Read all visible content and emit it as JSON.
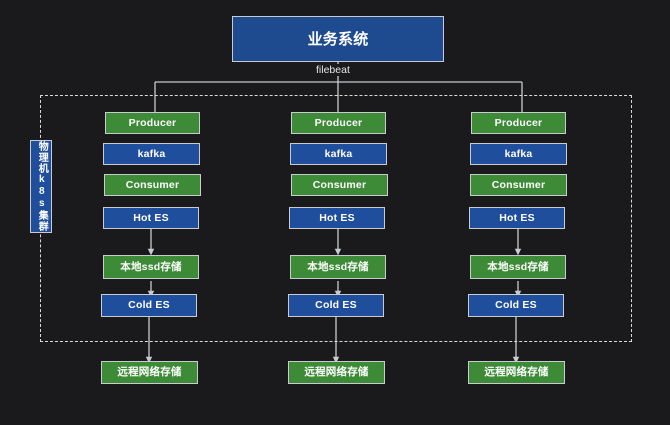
{
  "diagram": {
    "title_node": {
      "label": "业务系统"
    },
    "edge_labels": [
      {
        "name": "filebeat",
        "label": "filebeat"
      }
    ],
    "zone": {
      "label": "物理机k8s集群",
      "style": "dashed-boundary"
    },
    "columns": [
      {
        "id": "col-1",
        "nodes": [
          {
            "key": "producer",
            "label": "Producer",
            "color": "green"
          },
          {
            "key": "kafka",
            "label": "kafka",
            "color": "blue"
          },
          {
            "key": "consumer",
            "label": "Consumer",
            "color": "green"
          },
          {
            "key": "hot-es",
            "label": "Hot ES",
            "color": "blue"
          },
          {
            "key": "local-ssd",
            "label": "本地ssd存储",
            "color": "green"
          },
          {
            "key": "cold-es",
            "label": "Cold ES",
            "color": "blue"
          },
          {
            "key": "remote-storage",
            "label": "远程网络存储",
            "color": "green"
          }
        ]
      },
      {
        "id": "col-2",
        "nodes": [
          {
            "key": "producer",
            "label": "Producer",
            "color": "green"
          },
          {
            "key": "kafka",
            "label": "kafka",
            "color": "blue"
          },
          {
            "key": "consumer",
            "label": "Consumer",
            "color": "green"
          },
          {
            "key": "hot-es",
            "label": "Hot ES",
            "color": "blue"
          },
          {
            "key": "local-ssd",
            "label": "本地ssd存储",
            "color": "green"
          },
          {
            "key": "cold-es",
            "label": "Cold ES",
            "color": "blue"
          },
          {
            "key": "remote-storage",
            "label": "远程网络存储",
            "color": "green"
          }
        ]
      },
      {
        "id": "col-3",
        "nodes": [
          {
            "key": "producer",
            "label": "Producer",
            "color": "green"
          },
          {
            "key": "kafka",
            "label": "kafka",
            "color": "blue"
          },
          {
            "key": "consumer",
            "label": "Consumer",
            "color": "green"
          },
          {
            "key": "hot-es",
            "label": "Hot ES",
            "color": "blue"
          },
          {
            "key": "local-ssd",
            "label": "本地ssd存储",
            "color": "green"
          },
          {
            "key": "cold-es",
            "label": "Cold ES",
            "color": "blue"
          },
          {
            "key": "remote-storage",
            "label": "远程网络存储",
            "color": "green"
          }
        ]
      }
    ],
    "colors": {
      "background": "#1a1a1c",
      "green": "#3d8b37",
      "blue": "#1f4e9c",
      "title_blue": "#1e4b8f",
      "stroke": "#c8ccd0",
      "text": "#ffffff"
    }
  }
}
